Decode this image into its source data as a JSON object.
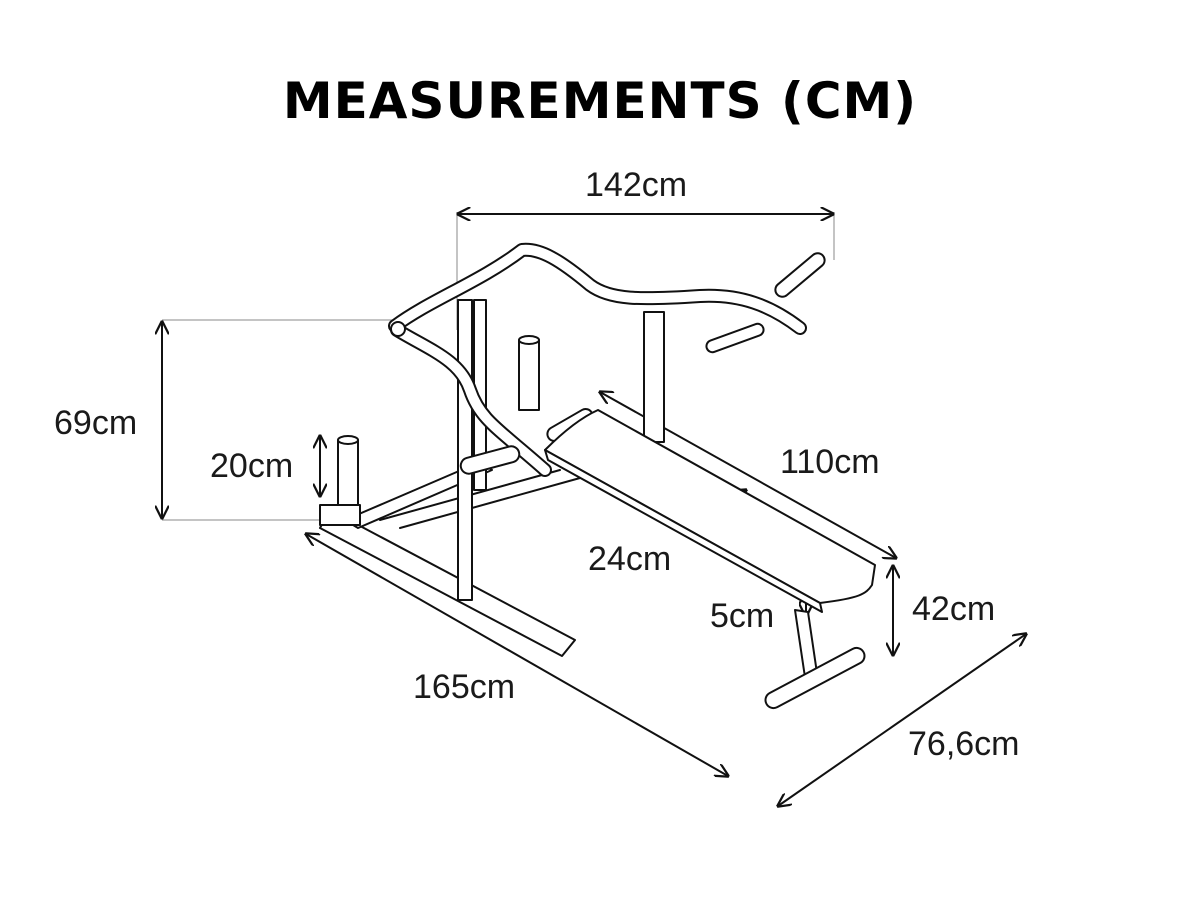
{
  "title": {
    "main": "MEASUREMENTS",
    "unit": "(CM)"
  },
  "dimensions": {
    "top_width": "142cm",
    "total_height": "69cm",
    "post_height": "20cm",
    "bench_length": "110cm",
    "bench_width": "24cm",
    "pad_thickness": "5cm",
    "bench_height": "42cm",
    "total_length": "165cm",
    "total_width": "76,6cm"
  },
  "colors": {
    "line": "#111111",
    "guide": "#888888",
    "background": "#ffffff"
  }
}
